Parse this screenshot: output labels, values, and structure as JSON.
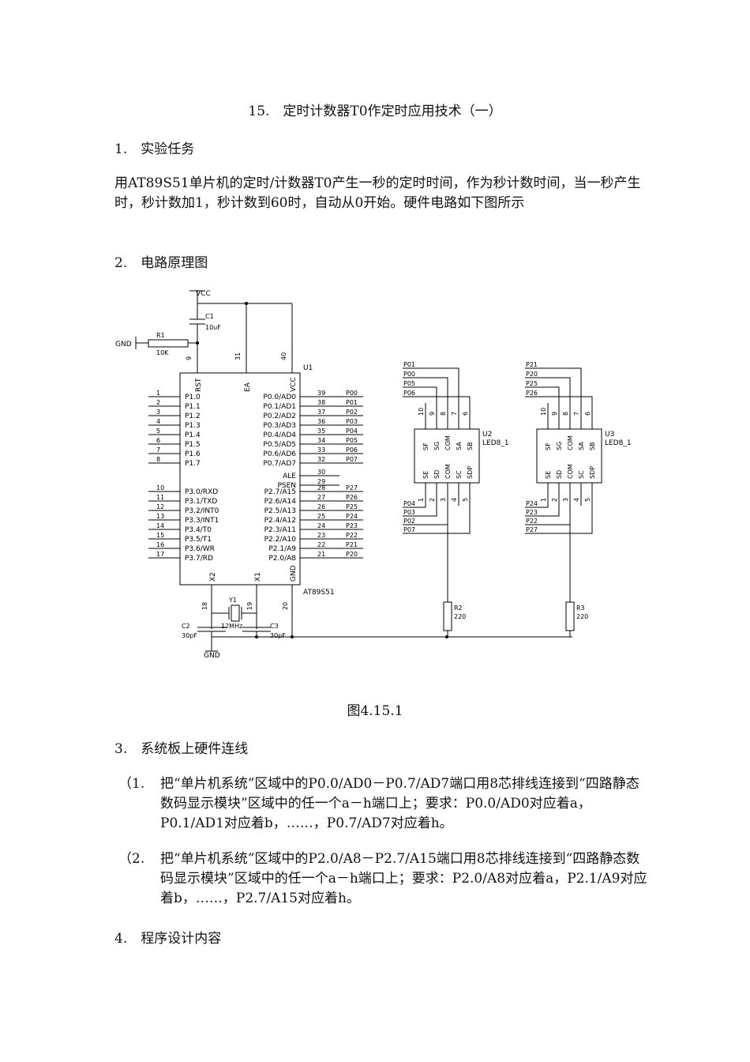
{
  "title": "15.　定时计数器T0作定时应用技术（一）",
  "sec1": {
    "heading": "1.　实验任务",
    "text": "用AT89S51单片机的定时/计数器T0产生一秒的定时时间，作为秒计数时间，当一秒产生时，秒计数加1，秒计数到60时，自动从0开始。硬件电路如下图所示"
  },
  "sec2": {
    "heading": "2.　电路原理图"
  },
  "figure_caption": "图4.15.1",
  "sec3": {
    "heading": "3.　系统板上硬件连线",
    "items": [
      {
        "num": "（1.",
        "text": "把“单片机系统”区域中的P0.0/AD0－P0.7/AD7端口用8芯排线连接到“四路静态数码显示模块”区域中的任一个a－h端口上；要求：P0.0/AD0对应着a，P0.1/AD1对应着b，……，P0.7/AD7对应着h。"
      },
      {
        "num": "（2.",
        "text": "把“单片机系统”区域中的P2.0/A8－P2.7/A15端口用8芯排线连接到“四路静态数码显示模块”区域中的任一个a－h端口上；要求：P2.0/A8对应着a，P2.1/A9对应着b，……，P2.7/A15对应着h。"
      }
    ]
  },
  "sec4": {
    "heading": "4.　程序设计内容"
  },
  "schematic": {
    "vcc": "VCC",
    "gnd_left": "GND",
    "gnd_bottom": "GND",
    "c1_name": "C1",
    "c1_val": "10uF",
    "r1_name": "R1",
    "r1_val": "10K",
    "u1_name": "U1",
    "u1_part": "AT89S51",
    "top_pins": [
      {
        "num": "9",
        "name": "RST"
      },
      {
        "num": "31",
        "name": "EA"
      },
      {
        "num": "40",
        "name": "VCC"
      }
    ],
    "left_pins": [
      {
        "num": "1",
        "name": "P1.0"
      },
      {
        "num": "2",
        "name": "P1.1"
      },
      {
        "num": "3",
        "name": "P1.2"
      },
      {
        "num": "4",
        "name": "P1.3"
      },
      {
        "num": "5",
        "name": "P1.4"
      },
      {
        "num": "6",
        "name": "P1.5"
      },
      {
        "num": "7",
        "name": "P1.6"
      },
      {
        "num": "8",
        "name": "P1.7"
      },
      {
        "num": "10",
        "name": "P3.0/RXD"
      },
      {
        "num": "11",
        "name": "P3.1/TXD"
      },
      {
        "num": "12",
        "name": "P3.2/INT0"
      },
      {
        "num": "13",
        "name": "P3.3/INT1"
      },
      {
        "num": "14",
        "name": "P3.4/T0"
      },
      {
        "num": "15",
        "name": "P3.5/T1"
      },
      {
        "num": "16",
        "name": "P3.6/WR"
      },
      {
        "num": "17",
        "name": "P3.7/RD"
      }
    ],
    "right_pins": [
      {
        "num": "39",
        "name": "P0.0/AD0",
        "net": "P00"
      },
      {
        "num": "38",
        "name": "P0.1/AD1",
        "net": "P01"
      },
      {
        "num": "37",
        "name": "P0.2/AD2",
        "net": "P02"
      },
      {
        "num": "36",
        "name": "P0.3/AD3",
        "net": "P03"
      },
      {
        "num": "35",
        "name": "P0.4/AD4",
        "net": "P04"
      },
      {
        "num": "34",
        "name": "P0.5/AD5",
        "net": "P05"
      },
      {
        "num": "33",
        "name": "P0.6/AD6",
        "net": "P06"
      },
      {
        "num": "32",
        "name": "P0.7/AD7",
        "net": "P07"
      },
      {
        "num": "30",
        "name": "ALE",
        "net": ""
      },
      {
        "num": "29",
        "name": "PSEN",
        "net": ""
      },
      {
        "num": "28",
        "name": "P2.7/A15",
        "net": "P27"
      },
      {
        "num": "27",
        "name": "P2.6/A14",
        "net": "P26"
      },
      {
        "num": "26",
        "name": "P2.5/A13",
        "net": "P25"
      },
      {
        "num": "25",
        "name": "P2.4/A12",
        "net": "P24"
      },
      {
        "num": "24",
        "name": "P2.3/A11",
        "net": "P23"
      },
      {
        "num": "23",
        "name": "P2.2/A10",
        "net": "P22"
      },
      {
        "num": "22",
        "name": "P2.1/A9",
        "net": "P21"
      },
      {
        "num": "21",
        "name": "P2.0/A8",
        "net": "P20"
      }
    ],
    "bottom_pins": [
      {
        "num": "18",
        "name": "X2"
      },
      {
        "num": "19",
        "name": "X1"
      },
      {
        "num": "20",
        "name": "GND"
      }
    ],
    "y1_name": "Y1",
    "y1_val": "12MHz",
    "c2_name": "C2",
    "c2_val": "30pF",
    "c3_name": "C3",
    "c3_val": "30pF",
    "displays": [
      {
        "name": "U2",
        "part": "LED8_1",
        "top_nets": [
          "P01",
          "P00",
          "P05",
          "P06"
        ],
        "bottom_nets": [
          "P04",
          "P03",
          "P02",
          "P07"
        ],
        "res_name": "R2",
        "res_val": "220"
      },
      {
        "name": "U3",
        "part": "LED8_1",
        "top_nets": [
          "P21",
          "P20",
          "P25",
          "P26"
        ],
        "bottom_nets": [
          "P24",
          "P23",
          "P22",
          "P27"
        ],
        "res_name": "R3",
        "res_val": "220"
      }
    ],
    "disp_top_pins": [
      "10",
      "9",
      "8",
      "7",
      "6"
    ],
    "disp_top_labels": [
      "SF",
      "SG",
      "COM",
      "SA",
      "SB"
    ],
    "disp_bottom_pins": [
      "1",
      "2",
      "3",
      "4",
      "5"
    ],
    "disp_bottom_labels": [
      "SE",
      "SD",
      "COM",
      "SC",
      "SDP"
    ]
  }
}
